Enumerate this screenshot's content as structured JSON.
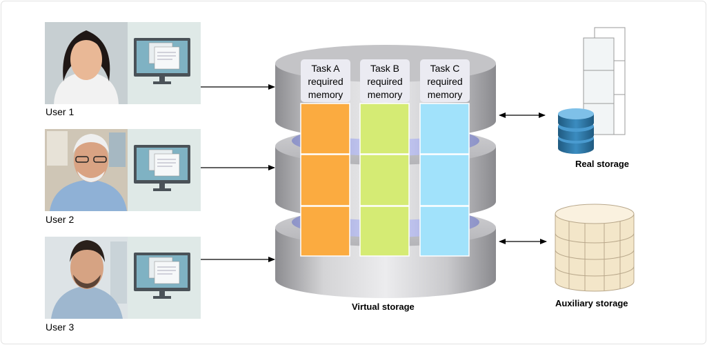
{
  "users": [
    {
      "label": "User 1"
    },
    {
      "label": "User 2"
    },
    {
      "label": "User 3"
    }
  ],
  "tasks": [
    {
      "line1": "Task A",
      "line2": "required",
      "line3": "memory",
      "color": "#fbab40"
    },
    {
      "line1": "Task B",
      "line2": "required",
      "line3": "memory",
      "color": "#d5eb74"
    },
    {
      "line1": "Task C",
      "line2": "required",
      "line3": "memory",
      "color": "#a1e2fb"
    }
  ],
  "labels": {
    "virtual": "Virtual storage",
    "real": "Real storage",
    "auxiliary": "Auxiliary storage"
  },
  "colors": {
    "panel_bg": "#dfe9e7",
    "monitor": "#4a5258",
    "screen": "#7fb2c3",
    "cylinder_side": "#b3b3b6",
    "cylinder_top": "#e3e3e5",
    "ring": "#b9bff2",
    "db_blue": "#2b6f9c",
    "aux_fill": "#f3e6c9",
    "aux_line": "#b8a78a"
  },
  "icons": {
    "computer": "monitor-icon",
    "database": "database-icon",
    "auxiliary": "cylinder-storage-icon",
    "pages": "page-stack-icon"
  }
}
